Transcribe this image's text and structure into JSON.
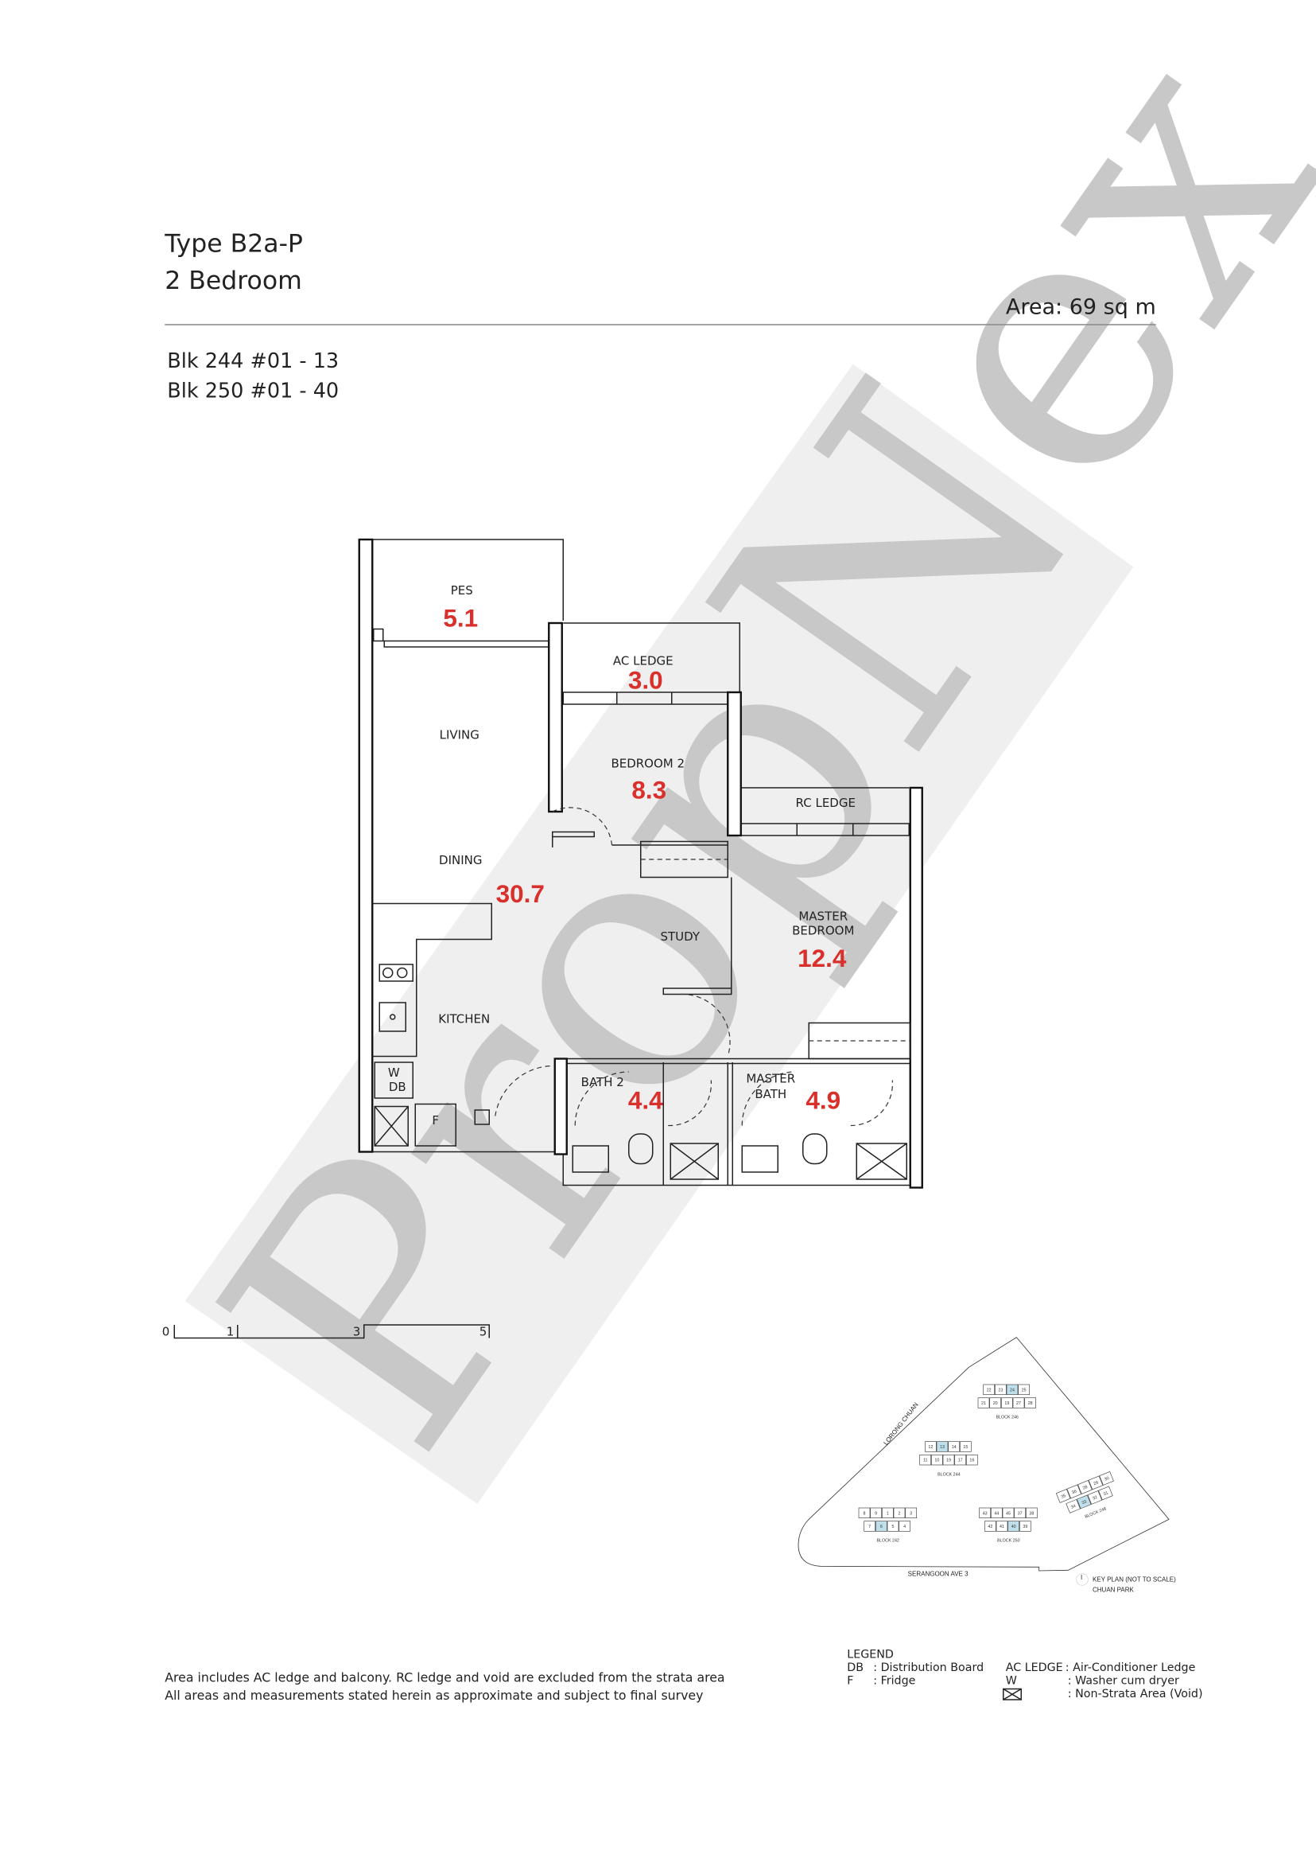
{
  "header": {
    "unit_type": "Type B2a-P",
    "bedrooms": "2 Bedroom",
    "area": "Area: 69 sq m",
    "units": [
      "Blk 244 #01 - 13",
      "Blk 250 #01 - 40"
    ]
  },
  "watermark": "PropNex",
  "plan": {
    "rooms": {
      "pes": {
        "label": "PES",
        "area": "5.1"
      },
      "ac_ledge": {
        "label": "AC LEDGE",
        "area": "3.0"
      },
      "living": {
        "label": "LIVING"
      },
      "bedroom2": {
        "label": "BEDROOM 2",
        "area": "8.3"
      },
      "rc_ledge": {
        "label": "RC LEDGE"
      },
      "dining": {
        "label": "DINING",
        "area": "30.7"
      },
      "study": {
        "label": "STUDY"
      },
      "master_bedroom": {
        "label_1": "MASTER",
        "label_2": "BEDROOM",
        "area": "12.4"
      },
      "kitchen": {
        "label": "KITCHEN"
      },
      "bath2": {
        "label": "BATH 2",
        "area": "4.4"
      },
      "master_bath": {
        "label_1": "MASTER",
        "label_2": "BATH",
        "area": "4.9"
      }
    },
    "fixtures": {
      "washer": "W",
      "db": "DB",
      "fridge": "F"
    },
    "area_color": "#d9302b"
  },
  "scale_bar": {
    "ticks": [
      "0",
      "1",
      "3",
      "5"
    ]
  },
  "key_plan": {
    "roads": {
      "lorong": "LORONG CHUAN",
      "serangoon": "SERANGOON AVE 3"
    },
    "title": "KEY PLAN (NOT TO SCALE)",
    "subtitle": "CHUAN PARK",
    "north": "I",
    "highlight_color": "#bfe0ea",
    "blocks": [
      {
        "name": "BLOCK 246",
        "top": [
          "22",
          "23",
          "24",
          "25"
        ],
        "bottom": [
          "21",
          "20",
          "19",
          "27",
          "28"
        ],
        "hl": "24"
      },
      {
        "name": "BLOCK 244",
        "top": [
          "12",
          "13",
          "14",
          "15"
        ],
        "bottom": [
          "11",
          "10",
          "19",
          "17",
          "16"
        ],
        "hl": "13"
      },
      {
        "name": "BLOCK 242",
        "top": [
          "8",
          "9",
          "1",
          "2",
          "3"
        ],
        "bottom": [
          "7",
          "6",
          "5",
          "4"
        ],
        "hl": "6"
      },
      {
        "name": "BLOCK 250",
        "top": [
          "43",
          "44",
          "45",
          "37",
          "38"
        ],
        "bottom": [
          "42",
          "41",
          "40",
          "39"
        ],
        "hl": "40"
      },
      {
        "name": "BLOCK 248",
        "top": [
          "35",
          "36",
          "28",
          "29",
          "30"
        ],
        "bottom": [
          "34",
          "33",
          "32",
          "31"
        ],
        "hl": "33"
      }
    ]
  },
  "footer": {
    "notes": [
      "Area includes AC ledge and balcony. RC ledge and void are excluded from the strata area",
      "All areas and measurements stated herein as approximate and subject to final survey"
    ],
    "legend": {
      "title": "LEGEND",
      "items": [
        {
          "key": "DB",
          "value": ": Distribution Board"
        },
        {
          "key": "F",
          "value": ": Fridge"
        },
        {
          "key": "AC LEDGE",
          "value": ": Air-Conditioner Ledge"
        },
        {
          "key": "W",
          "value": ": Washer cum dryer"
        },
        {
          "key": "void-symbol",
          "value": ": Non-Strata Area (Void)"
        }
      ]
    }
  }
}
